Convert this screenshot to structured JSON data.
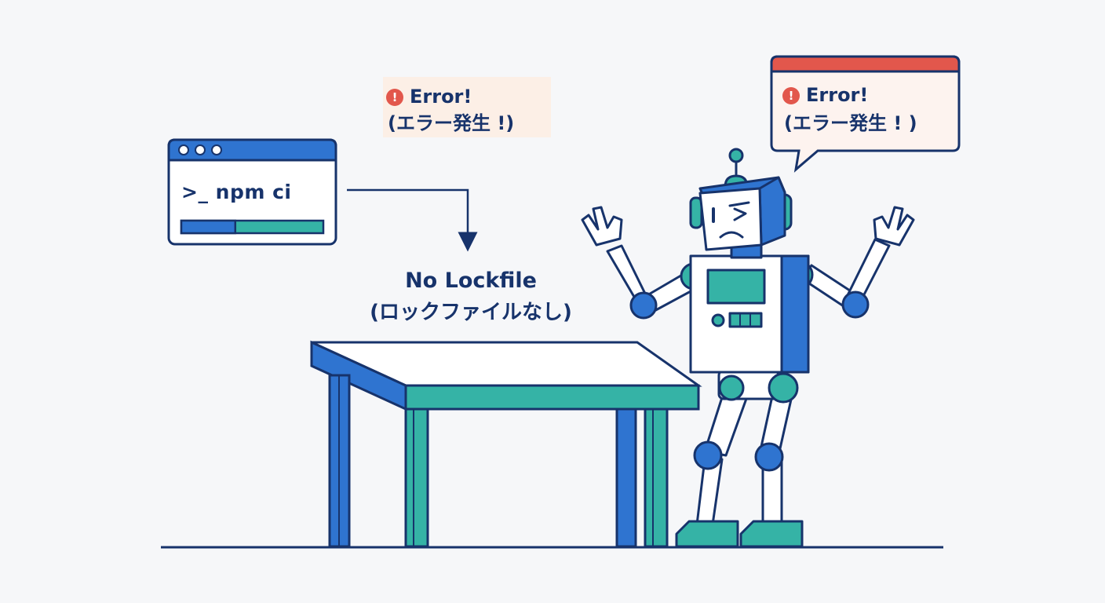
{
  "terminal": {
    "command": ">_ npm ci",
    "progress": 0.38
  },
  "floating_error": {
    "icon": "exclamation-icon",
    "line1": "Error!",
    "line2": "(エラー発生 !)"
  },
  "robot_bubble": {
    "icon": "exclamation-icon",
    "line1": "Error!",
    "line2": "(エラー発生 ! )"
  },
  "lockfile_label": {
    "line1": "No Lockfile",
    "line2": "(ロックファイルなし)"
  },
  "colors": {
    "navy": "#17336b",
    "blue": "#2f74d0",
    "teal": "#35b3a6",
    "error_red": "#e2574c",
    "bubble_bg": "#fdf3ef"
  }
}
